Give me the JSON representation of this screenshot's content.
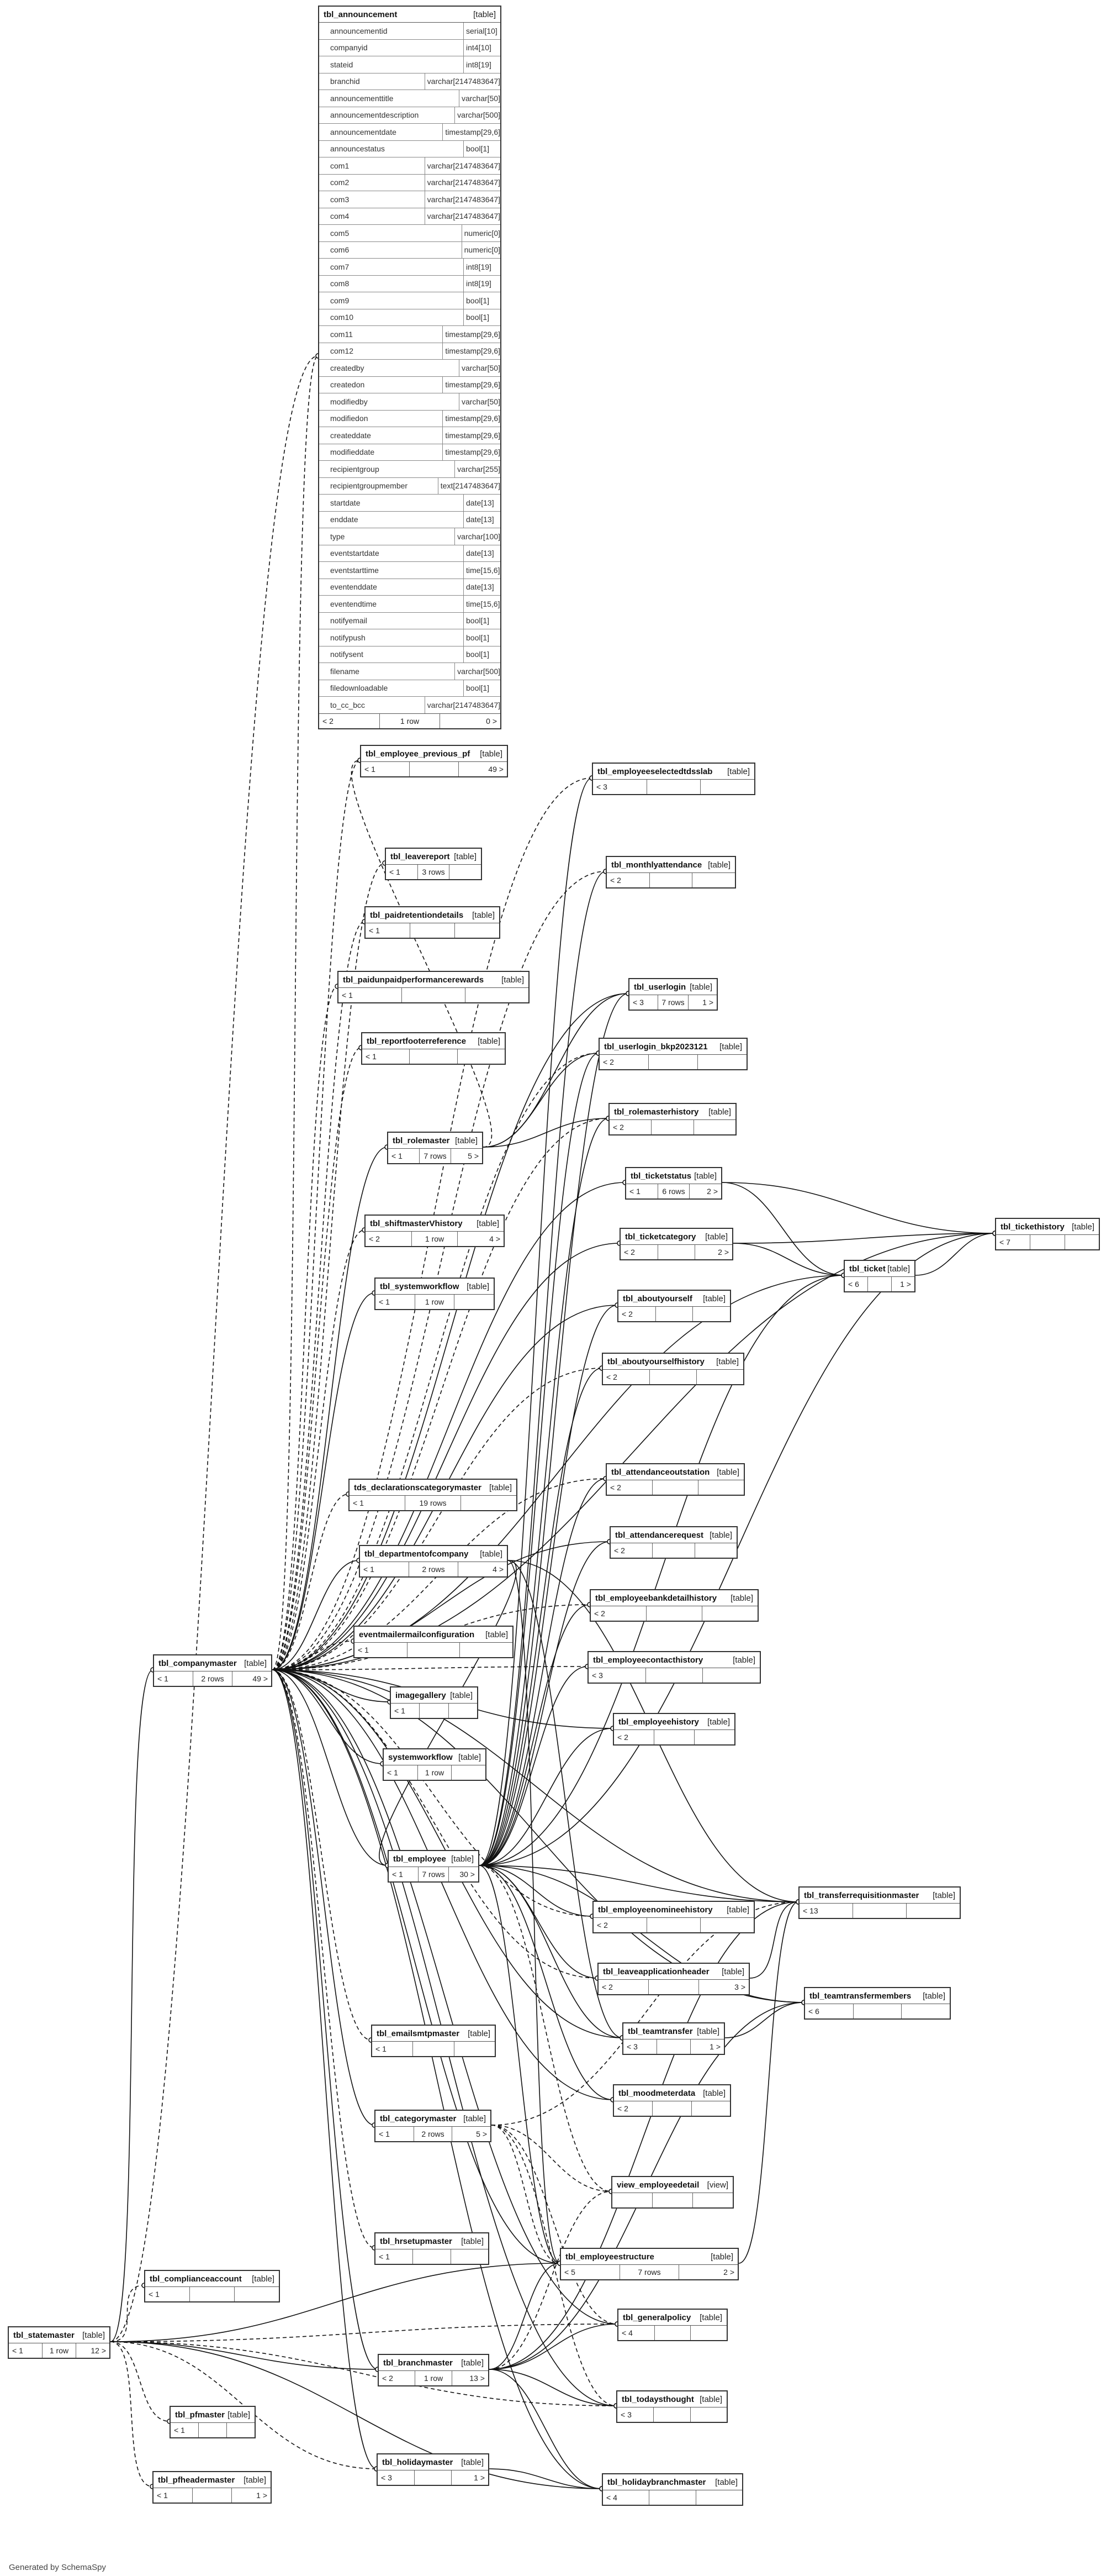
{
  "announcement": {
    "name": "tbl_announcement",
    "type": "[table]",
    "parents": "< 2",
    "rows": "1 row",
    "children": "0 >",
    "columns": [
      {
        "name": "announcementid",
        "type": "serial[10]",
        "pk": true
      },
      {
        "name": "companyid",
        "type": "int4[10]",
        "pk": false
      },
      {
        "name": "stateid",
        "type": "int8[19]",
        "pk": false
      },
      {
        "name": "branchid",
        "type": "varchar[2147483647]",
        "pk": false
      },
      {
        "name": "announcementtitle",
        "type": "varchar[50]",
        "pk": false
      },
      {
        "name": "announcementdescription",
        "type": "varchar[500]",
        "pk": false
      },
      {
        "name": "announcementdate",
        "type": "timestamp[29,6]",
        "pk": false
      },
      {
        "name": "announcestatus",
        "type": "bool[1]",
        "pk": false
      },
      {
        "name": "com1",
        "type": "varchar[2147483647]",
        "pk": false
      },
      {
        "name": "com2",
        "type": "varchar[2147483647]",
        "pk": false
      },
      {
        "name": "com3",
        "type": "varchar[2147483647]",
        "pk": false
      },
      {
        "name": "com4",
        "type": "varchar[2147483647]",
        "pk": false
      },
      {
        "name": "com5",
        "type": "numeric[0]",
        "pk": false
      },
      {
        "name": "com6",
        "type": "numeric[0]",
        "pk": false
      },
      {
        "name": "com7",
        "type": "int8[19]",
        "pk": false
      },
      {
        "name": "com8",
        "type": "int8[19]",
        "pk": false
      },
      {
        "name": "com9",
        "type": "bool[1]",
        "pk": false
      },
      {
        "name": "com10",
        "type": "bool[1]",
        "pk": false
      },
      {
        "name": "com11",
        "type": "timestamp[29,6]",
        "pk": false
      },
      {
        "name": "com12",
        "type": "timestamp[29,6]",
        "pk": false
      },
      {
        "name": "createdby",
        "type": "varchar[50]",
        "pk": false
      },
      {
        "name": "createdon",
        "type": "timestamp[29,6]",
        "pk": false
      },
      {
        "name": "modifiedby",
        "type": "varchar[50]",
        "pk": false
      },
      {
        "name": "modifiedon",
        "type": "timestamp[29,6]",
        "pk": false
      },
      {
        "name": "createddate",
        "type": "timestamp[29,6]",
        "pk": false
      },
      {
        "name": "modifieddate",
        "type": "timestamp[29,6]",
        "pk": false
      },
      {
        "name": "recipientgroup",
        "type": "varchar[255]",
        "pk": false
      },
      {
        "name": "recipientgroupmember",
        "type": "text[2147483647]",
        "pk": false
      },
      {
        "name": "startdate",
        "type": "date[13]",
        "pk": false
      },
      {
        "name": "enddate",
        "type": "date[13]",
        "pk": false
      },
      {
        "name": "type",
        "type": "varchar[100]",
        "pk": false
      },
      {
        "name": "eventstartdate",
        "type": "date[13]",
        "pk": false
      },
      {
        "name": "eventstarttime",
        "type": "time[15,6]",
        "pk": false
      },
      {
        "name": "eventenddate",
        "type": "date[13]",
        "pk": false
      },
      {
        "name": "eventendtime",
        "type": "time[15,6]",
        "pk": false
      },
      {
        "name": "notifyemail",
        "type": "bool[1]",
        "pk": false
      },
      {
        "name": "notifypush",
        "type": "bool[1]",
        "pk": false
      },
      {
        "name": "notifysent",
        "type": "bool[1]",
        "pk": false
      },
      {
        "name": "filename",
        "type": "varchar[500]",
        "pk": false
      },
      {
        "name": "filedownloadable",
        "type": "bool[1]",
        "pk": false
      },
      {
        "name": "to_cc_bcc",
        "type": "varchar[2147483647]",
        "pk": false
      }
    ]
  },
  "tables": [
    {
      "name": "tbl_employee_previous_pf",
      "type": "[table]",
      "parents": "< 1",
      "rows": "",
      "children": "49 >"
    },
    {
      "name": "tbl_employeeselectedtdsslab",
      "type": "[table]",
      "parents": "< 3",
      "rows": "",
      "children": ""
    },
    {
      "name": "tbl_leavereport",
      "type": "[table]",
      "parents": "< 1",
      "rows": "3 rows",
      "children": ""
    },
    {
      "name": "tbl_monthlyattendance",
      "type": "[table]",
      "parents": "< 2",
      "rows": "",
      "children": ""
    },
    {
      "name": "tbl_paidretentiondetails",
      "type": "[table]",
      "parents": "< 1",
      "rows": "",
      "children": ""
    },
    {
      "name": "tbl_paidunpaidperformancerewards",
      "type": "[table]",
      "parents": "< 1",
      "rows": "",
      "children": ""
    },
    {
      "name": "tbl_userlogin",
      "type": "[table]",
      "parents": "< 3",
      "rows": "7 rows",
      "children": "1 >"
    },
    {
      "name": "tbl_reportfooterreference",
      "type": "[table]",
      "parents": "< 1",
      "rows": "",
      "children": ""
    },
    {
      "name": "tbl_userlogin_bkp2023121",
      "type": "[table]",
      "parents": "< 2",
      "rows": "",
      "children": ""
    },
    {
      "name": "tbl_rolemaster",
      "type": "[table]",
      "parents": "< 1",
      "rows": "7 rows",
      "children": "5 >"
    },
    {
      "name": "tbl_rolemasterhistory",
      "type": "[table]",
      "parents": "< 2",
      "rows": "",
      "children": ""
    },
    {
      "name": "tbl_ticketstatus",
      "type": "[table]",
      "parents": "< 1",
      "rows": "6 rows",
      "children": "2 >"
    },
    {
      "name": "tbl_shiftmasterVhistory",
      "type": "[table]",
      "parents": "< 2",
      "rows": "1 row",
      "children": "4 >"
    },
    {
      "name": "tbl_ticketcategory",
      "type": "[table]",
      "parents": "< 2",
      "rows": "",
      "children": "2 >"
    },
    {
      "name": "tbl_tickethistory",
      "type": "[table]",
      "parents": "< 7",
      "rows": "",
      "children": ""
    },
    {
      "name": "tbl_ticket",
      "type": "[table]",
      "parents": "< 6",
      "rows": "",
      "children": "1 >"
    },
    {
      "name": "tbl_systemworkflow",
      "type": "[table]",
      "parents": "< 1",
      "rows": "1 row",
      "children": ""
    },
    {
      "name": "tbl_aboutyourself",
      "type": "[table]",
      "parents": "< 2",
      "rows": "",
      "children": ""
    },
    {
      "name": "tbl_aboutyourselfhistory",
      "type": "[table]",
      "parents": "< 2",
      "rows": "",
      "children": ""
    },
    {
      "name": "tbl_attendanceoutstation",
      "type": "[table]",
      "parents": "< 2",
      "rows": "",
      "children": ""
    },
    {
      "name": "tds_declarationscategorymaster",
      "type": "[table]",
      "parents": "< 1",
      "rows": "19 rows",
      "children": ""
    },
    {
      "name": "tbl_attendancerequest",
      "type": "[table]",
      "parents": "< 2",
      "rows": "",
      "children": ""
    },
    {
      "name": "tbl_departmentofcompany",
      "type": "[table]",
      "parents": "< 1",
      "rows": "2 rows",
      "children": "4 >"
    },
    {
      "name": "tbl_employeebankdetailhistory",
      "type": "[table]",
      "parents": "< 2",
      "rows": "",
      "children": ""
    },
    {
      "name": "eventmailermailconfiguration",
      "type": "[table]",
      "parents": "< 1",
      "rows": "",
      "children": ""
    },
    {
      "name": "tbl_companymaster",
      "type": "[table]",
      "parents": "< 1",
      "rows": "2 rows",
      "children": "49 >"
    },
    {
      "name": "tbl_employeecontacthistory",
      "type": "[table]",
      "parents": "< 3",
      "rows": "",
      "children": ""
    },
    {
      "name": "imagegallery",
      "type": "[table]",
      "parents": "< 1",
      "rows": "",
      "children": ""
    },
    {
      "name": "tbl_employeehistory",
      "type": "[table]",
      "parents": "< 2",
      "rows": "",
      "children": ""
    },
    {
      "name": "systemworkflow",
      "type": "[table]",
      "parents": "< 1",
      "rows": "1 row",
      "children": ""
    },
    {
      "name": "tbl_employee",
      "type": "[table]",
      "parents": "< 1",
      "rows": "7 rows",
      "children": "30 >"
    },
    {
      "name": "tbl_transferrequisitionmaster",
      "type": "[table]",
      "parents": "< 13",
      "rows": "",
      "children": ""
    },
    {
      "name": "tbl_employeenomineehistory",
      "type": "[table]",
      "parents": "< 2",
      "rows": "",
      "children": ""
    },
    {
      "name": "tbl_leaveapplicationheader",
      "type": "[table]",
      "parents": "< 2",
      "rows": "",
      "children": "3 >"
    },
    {
      "name": "tbl_teamtransfermembers",
      "type": "[table]",
      "parents": "< 6",
      "rows": "",
      "children": ""
    },
    {
      "name": "tbl_emailsmtpmaster",
      "type": "[table]",
      "parents": "< 1",
      "rows": "",
      "children": ""
    },
    {
      "name": "tbl_teamtransfer",
      "type": "[table]",
      "parents": "< 3",
      "rows": "",
      "children": "1 >"
    },
    {
      "name": "tbl_moodmeterdata",
      "type": "[table]",
      "parents": "< 2",
      "rows": "",
      "children": ""
    },
    {
      "name": "tbl_categorymaster",
      "type": "[table]",
      "parents": "< 1",
      "rows": "2 rows",
      "children": "5 >"
    },
    {
      "name": "view_employeedetail",
      "type": "[view]",
      "parents": "",
      "rows": "",
      "children": ""
    },
    {
      "name": "tbl_hrsetupmaster",
      "type": "[table]",
      "parents": "< 1",
      "rows": "",
      "children": ""
    },
    {
      "name": "tbl_employeestructure",
      "type": "[table]",
      "parents": "< 5",
      "rows": "7 rows",
      "children": "2 >"
    },
    {
      "name": "tbl_complianceaccount",
      "type": "[table]",
      "parents": "< 1",
      "rows": "",
      "children": ""
    },
    {
      "name": "tbl_generalpolicy",
      "type": "[table]",
      "parents": "< 4",
      "rows": "",
      "children": ""
    },
    {
      "name": "tbl_statemaster",
      "type": "[table]",
      "parents": "< 1",
      "rows": "1 row",
      "children": "12 >"
    },
    {
      "name": "tbl_branchmaster",
      "type": "[table]",
      "parents": "< 2",
      "rows": "1 row",
      "children": "13 >"
    },
    {
      "name": "tbl_todaysthought",
      "type": "[table]",
      "parents": "< 3",
      "rows": "",
      "children": ""
    },
    {
      "name": "tbl_pfmaster",
      "type": "[table]",
      "parents": "< 1",
      "rows": "",
      "children": ""
    },
    {
      "name": "tbl_holidaymaster",
      "type": "[table]",
      "parents": "< 3",
      "rows": "",
      "children": "1 >"
    },
    {
      "name": "tbl_holidaybranchmaster",
      "type": "[table]",
      "parents": "< 4",
      "rows": "",
      "children": ""
    },
    {
      "name": "tbl_pfheadermaster",
      "type": "[table]",
      "parents": "< 1",
      "rows": "",
      "children": "1 >"
    }
  ],
  "footer": {
    "text": "Generated by SchemaSpy"
  }
}
